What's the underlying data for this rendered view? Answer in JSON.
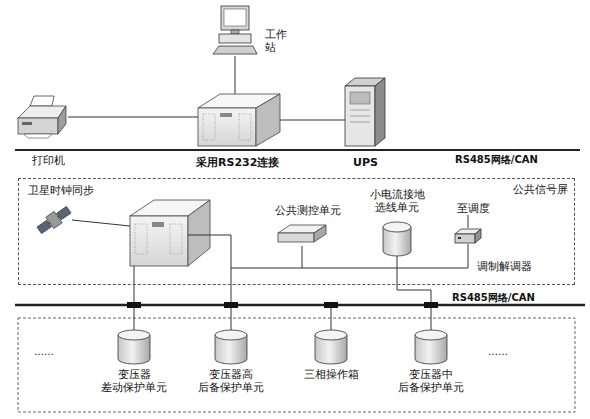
{
  "diagram": {
    "nodes": [
      {
        "text": [
          "工作 站"
        ]
      },
      {
        "text": [
          "打印机"
        ]
      },
      {
        "text": [
          "采用RS232连接"
        ]
      },
      {
        "text": [
          "UPS"
        ]
      },
      {
        "text": [
          "公共信号屏"
        ]
      },
      {
        "text": [
          "卫星时钟同步"
        ],
        "in": 4
      },
      {
        "text": [
          "公共测控单元"
        ],
        "in": 4
      },
      {
        "text": [
          "小电流接地 选线单元"
        ],
        "in": 4
      },
      {
        "text": [
          "至调度",
          "调制解调器"
        ],
        "in": 4
      },
      {
        "text": [
          "变压器 差动保护单元"
        ]
      },
      {
        "text": [
          "变压器高 后备保护单元"
        ]
      },
      {
        "text": [
          "三相操作箱"
        ]
      },
      {
        "text": [
          "变压器中 后备保护单元"
        ]
      }
    ],
    "edges": [
      {
        "from": 0,
        "to": 2,
        "arrow": "none"
      },
      {
        "from": 1,
        "to": 2,
        "arrow": "none"
      },
      {
        "from": 2,
        "to": 3,
        "arrow": "none"
      },
      {
        "from": 6,
        "to": 8,
        "arrow": "none"
      }
    ],
    "labels": [
      "RS485网络/CAN",
      "RS485网络/CAN",
      "……",
      "……"
    ]
  }
}
